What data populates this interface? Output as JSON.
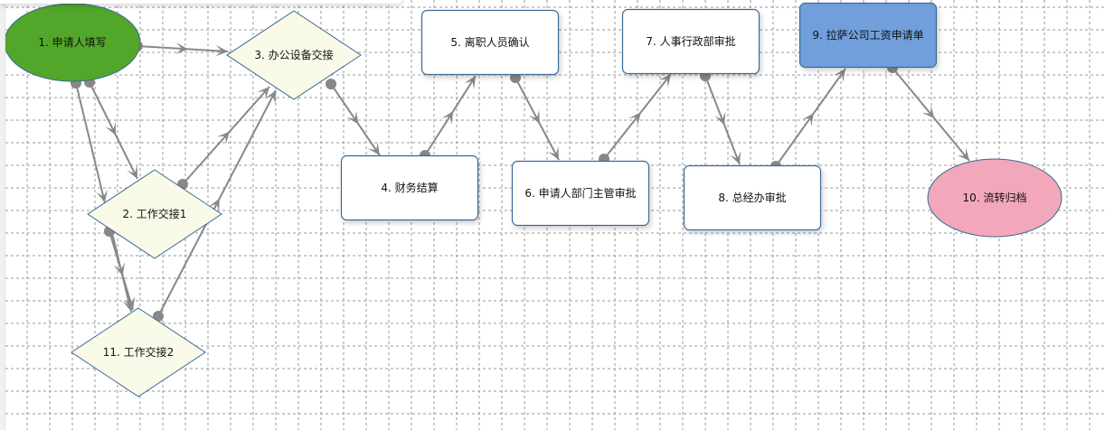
{
  "diagram": {
    "type": "workflow",
    "nodes": [
      {
        "id": "n1",
        "label": "1. 申请人填写",
        "shape": "ellipse",
        "fill": "#52a62a"
      },
      {
        "id": "n2",
        "label": "2. 工作交接1",
        "shape": "diamond",
        "fill": "#fafae8"
      },
      {
        "id": "n3",
        "label": "3. 办公设备交接",
        "shape": "diamond",
        "fill": "#fafae8"
      },
      {
        "id": "n4",
        "label": "4. 财务结算",
        "shape": "box",
        "fill": "#ffffff"
      },
      {
        "id": "n5",
        "label": "5. 离职人员确认",
        "shape": "box",
        "fill": "#ffffff"
      },
      {
        "id": "n6",
        "label": "6. 申请人部门主管审批",
        "shape": "box",
        "fill": "#ffffff"
      },
      {
        "id": "n7",
        "label": "7. 人事行政部审批",
        "shape": "box",
        "fill": "#ffffff"
      },
      {
        "id": "n8",
        "label": "8. 总经办审批",
        "shape": "box",
        "fill": "#ffffff"
      },
      {
        "id": "n9",
        "label": "9. 拉萨公司工资申请单",
        "shape": "box",
        "fill": "#6f9fdb"
      },
      {
        "id": "n10",
        "label": "10. 流转归档",
        "shape": "ellipse",
        "fill": "#f2a7ba"
      },
      {
        "id": "n11",
        "label": "11. 工作交接2",
        "shape": "diamond",
        "fill": "#fafae8"
      }
    ],
    "edges": [
      {
        "from": "n1",
        "to": "n3"
      },
      {
        "from": "n1",
        "to": "n2"
      },
      {
        "from": "n1",
        "to": "n11"
      },
      {
        "from": "n2",
        "to": "n3"
      },
      {
        "from": "n11",
        "to": "n3"
      },
      {
        "from": "n2",
        "to": "n11"
      },
      {
        "from": "n3",
        "to": "n4"
      },
      {
        "from": "n4",
        "to": "n5"
      },
      {
        "from": "n5",
        "to": "n6"
      },
      {
        "from": "n6",
        "to": "n7"
      },
      {
        "from": "n7",
        "to": "n8"
      },
      {
        "from": "n8",
        "to": "n9"
      },
      {
        "from": "n9",
        "to": "n10"
      }
    ],
    "colors": {
      "edge": "#888888",
      "node_stroke": "#3a6a96",
      "grid": "#9a9a9a"
    }
  }
}
